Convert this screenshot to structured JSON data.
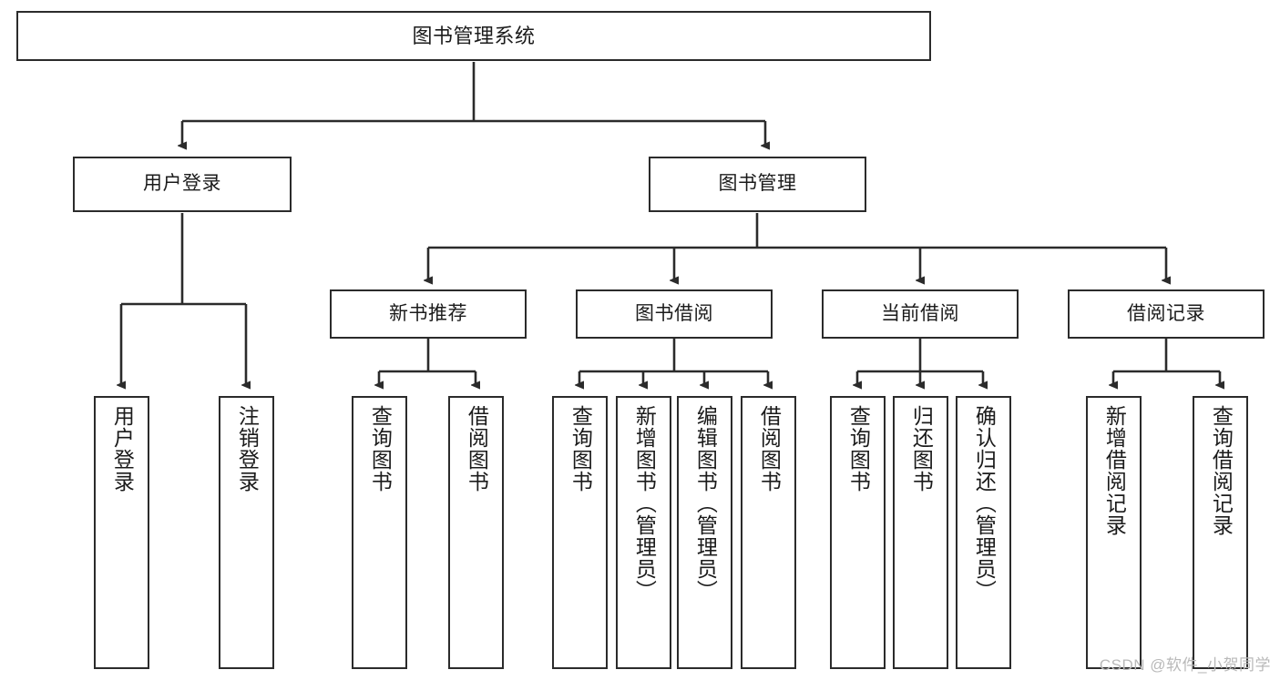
{
  "diagram": {
    "title": "图书管理系统",
    "type": "tree-hierarchy-chart",
    "root": {
      "id": "root",
      "label": "图书管理系统"
    },
    "level2": [
      {
        "id": "user-login",
        "label": "用户登录"
      },
      {
        "id": "book-manage",
        "label": "图书管理"
      }
    ],
    "level3": [
      {
        "id": "new-book-rec",
        "label": "新书推荐",
        "parent": "book-manage"
      },
      {
        "id": "book-borrow",
        "label": "图书借阅",
        "parent": "book-manage"
      },
      {
        "id": "current-borrow",
        "label": "当前借阅",
        "parent": "book-manage"
      },
      {
        "id": "borrow-record",
        "label": "借阅记录",
        "parent": "book-manage"
      }
    ],
    "leaves": [
      {
        "id": "leaf-user-login",
        "label": "用户登录",
        "parent": "user-login"
      },
      {
        "id": "leaf-user-logout",
        "label": "注销登录",
        "parent": "user-login"
      },
      {
        "id": "leaf-rec-query",
        "label": "查询图书",
        "parent": "new-book-rec"
      },
      {
        "id": "leaf-rec-borrow",
        "label": "借阅图书",
        "parent": "new-book-rec"
      },
      {
        "id": "leaf-borrow-query",
        "label": "查询图书",
        "parent": "book-borrow"
      },
      {
        "id": "leaf-borrow-add",
        "label": "新增图书（管理员）",
        "parent": "book-borrow"
      },
      {
        "id": "leaf-borrow-edit",
        "label": "编辑图书（管理员）",
        "parent": "book-borrow"
      },
      {
        "id": "leaf-borrow-lend",
        "label": "借阅图书",
        "parent": "book-borrow"
      },
      {
        "id": "leaf-cur-query",
        "label": "查询图书",
        "parent": "current-borrow"
      },
      {
        "id": "leaf-cur-return",
        "label": "归还图书",
        "parent": "current-borrow"
      },
      {
        "id": "leaf-cur-confirm",
        "label": "确认归还（管理员）",
        "parent": "current-borrow"
      },
      {
        "id": "leaf-rec-add",
        "label": "新增借阅记录",
        "parent": "borrow-record"
      },
      {
        "id": "leaf-rec-query2",
        "label": "查询借阅记录",
        "parent": "borrow-record"
      }
    ],
    "watermark": "CSDN @软件_小贺同学",
    "colors": {
      "box_border": "#2b2b2b",
      "box_fill": "#ffffff",
      "connector": "#2b2b2b",
      "text": "#1b1b1b",
      "watermark": "#b9b9b9",
      "background": "#ffffff"
    }
  }
}
